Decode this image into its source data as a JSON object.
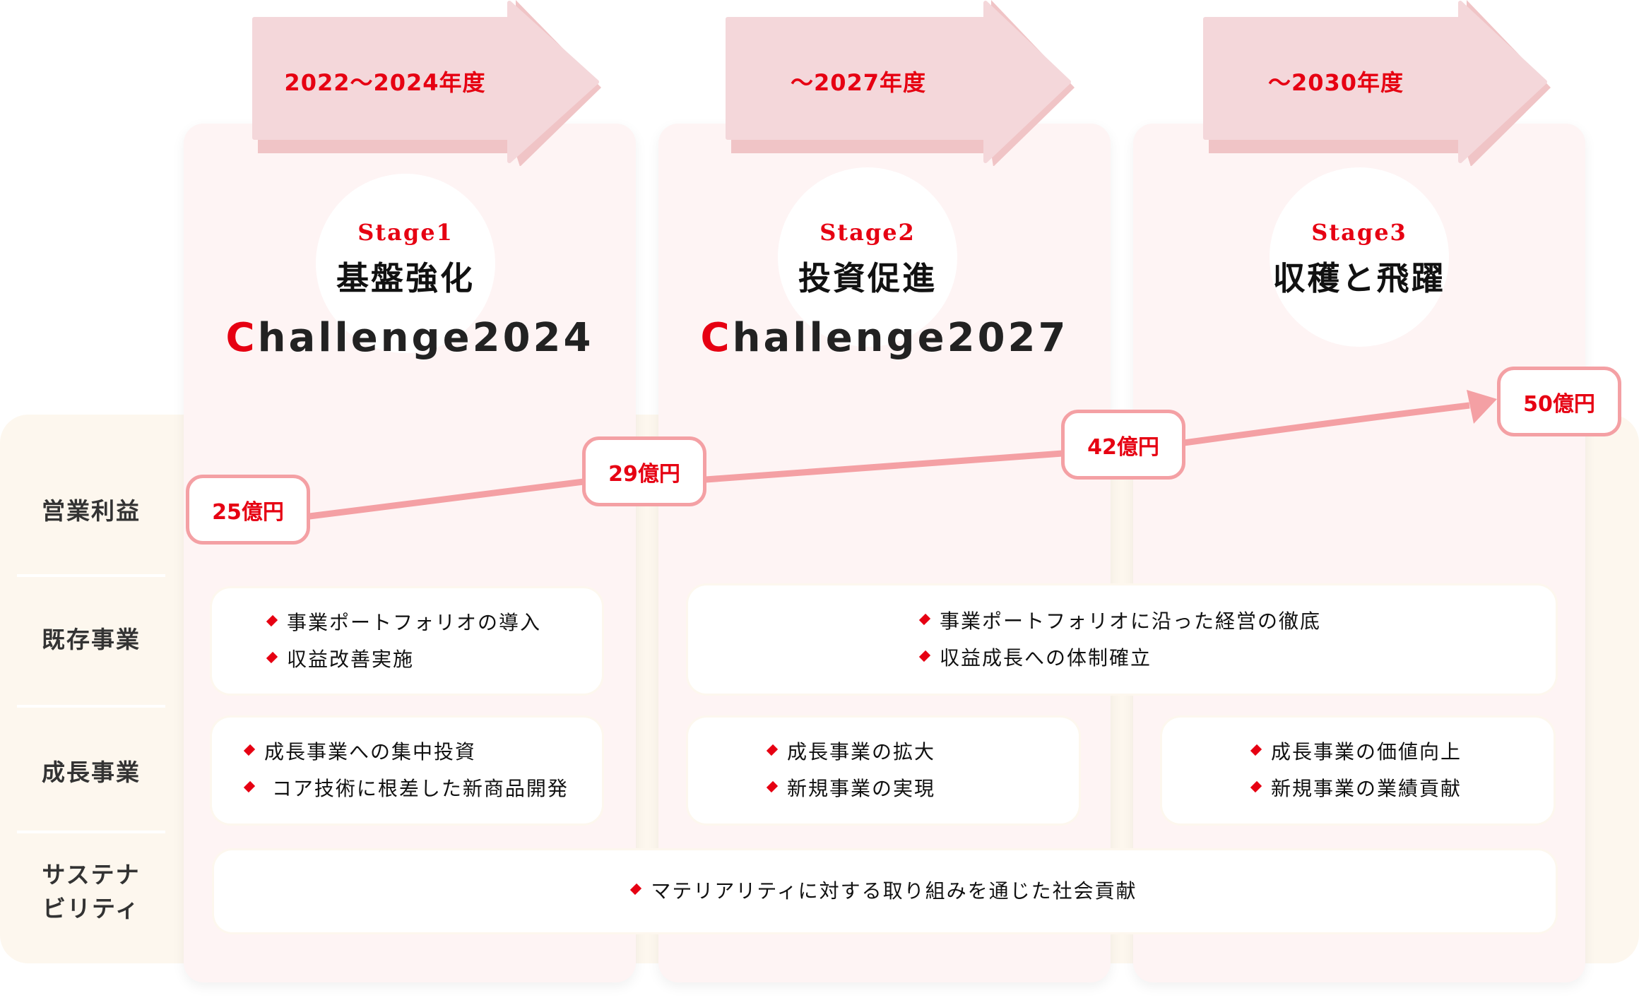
{
  "rows": [
    {
      "label": "営業利益"
    },
    {
      "label": "既存事業"
    },
    {
      "label": "成長事業"
    },
    {
      "label": "サステナ\nビリティ",
      "line1": "サステナ",
      "line2": "ビリティ"
    }
  ],
  "stages": [
    {
      "period": "2022〜2024年度",
      "stage_label": "Stage1",
      "title": "基盤強化",
      "challenge_initial": "C",
      "challenge_rest": "hallenge2024",
      "profit": "25億円",
      "existing": [
        "事業ポートフォリオの導入",
        "収益改善実施"
      ],
      "growth": [
        "成長事業への集中投資",
        " コア技術に根差した新商品開発"
      ]
    },
    {
      "period": "〜2027年度",
      "stage_label": "Stage2",
      "title": "投資促進",
      "challenge_initial": "C",
      "challenge_rest": "hallenge2027",
      "profit": "42億円",
      "existing": [
        "事業ポートフォリオに沿った経営の徹底",
        "収益成長への体制確立"
      ],
      "growth": [
        "成長事業の拡大",
        "新規事業の実現"
      ]
    },
    {
      "period": "〜2030年度",
      "stage_label": "Stage3",
      "title": "収穫と飛躍",
      "profit": "50億円",
      "growth": [
        "成長事業の価値向上",
        "新規事業の業績貢献"
      ]
    }
  ],
  "profit_points": [
    {
      "label": "25億円",
      "value": 25
    },
    {
      "label": "29億円",
      "value": 29
    },
    {
      "label": "42億円",
      "value": 42
    },
    {
      "label": "50億円",
      "value": 50
    }
  ],
  "sustainability": [
    "マテリアリティに対する取り組みを通じた社会貢献"
  ],
  "colors": {
    "accent_red": "#e60012",
    "arrow_fill": "#f4d7da",
    "arrow_shadow": "#f0c4c6",
    "card_bg": "#fef4f4",
    "band_bg": "#fdf7ee",
    "profit_border": "#f4a0a4"
  }
}
